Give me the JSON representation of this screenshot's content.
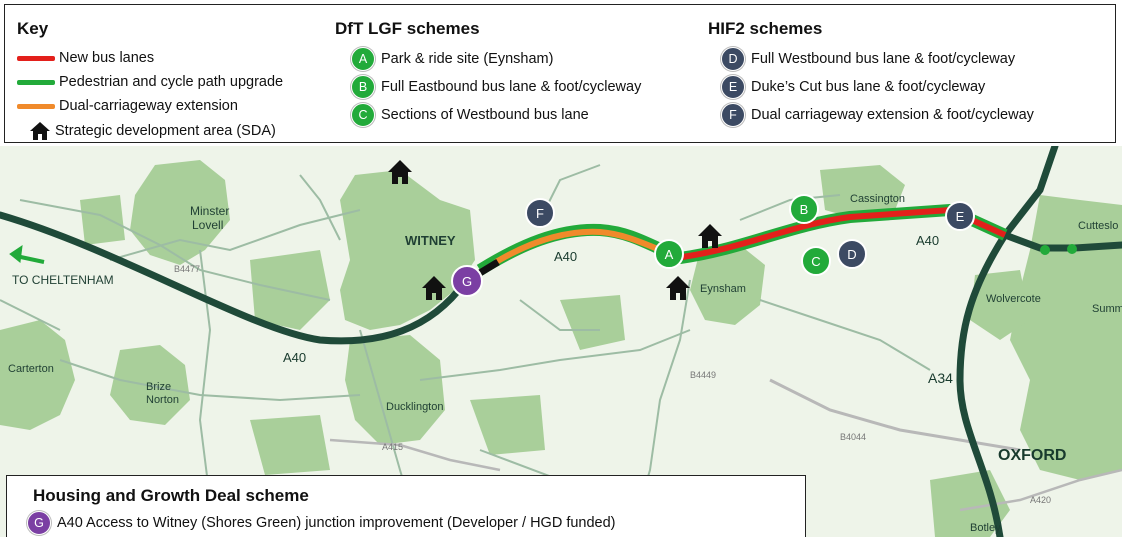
{
  "key": {
    "title": "Key",
    "items": [
      {
        "label": "New bus lanes",
        "color": "#e3201b"
      },
      {
        "label": "Pedestrian and cycle path upgrade",
        "color": "#22aa3a"
      },
      {
        "label": "Dual-carriageway extension",
        "color": "#f08a2b"
      },
      {
        "label": "Strategic development area (SDA)",
        "icon": "house-icon"
      }
    ]
  },
  "dft": {
    "title": "DfT LGF schemes",
    "items": [
      {
        "marker": "A",
        "label": "Park & ride site (Eynsham)"
      },
      {
        "marker": "B",
        "label": "Full Eastbound bus lane & foot/cycleway"
      },
      {
        "marker": "C",
        "label": "Sections of Westbound bus lane"
      }
    ]
  },
  "hif": {
    "title": "HIF2 schemes",
    "items": [
      {
        "marker": "D",
        "label": "Full Westbound bus lane & foot/cycleway"
      },
      {
        "marker": "E",
        "label": "Duke’s Cut bus lane & foot/cycleway"
      },
      {
        "marker": "F",
        "label": "Dual carriageway extension & foot/cycleway"
      }
    ]
  },
  "hgd": {
    "title": "Housing and Growth Deal scheme",
    "marker": "G",
    "label": "A40 Access to Witney (Shores Green) junction improvement (Developer / HGD funded)"
  },
  "map": {
    "places": {
      "minster": "Minster",
      "lovell": "Lovell",
      "witney": "WITNEY",
      "cheltenham": "TO CHELTENHAM",
      "carterton": "Carterton",
      "brize": "Brize",
      "norton": "Norton",
      "ducklington": "Ducklington",
      "eynsham": "Eynsham",
      "cassington": "Cassington",
      "wolvercote": "Wolvercote",
      "cutteslo": "Cutteslo",
      "summ": "Summ",
      "oxford": "OXFORD",
      "botley": "Botley"
    },
    "roads": {
      "a40_west": "A40",
      "a40_mid": "A40",
      "a40_east": "A40",
      "a34": "A34",
      "b4477": "B4477",
      "b4449": "B4449",
      "b4044": "B4044",
      "a415": "A415",
      "a420": "A420"
    },
    "markers": {
      "a": "A",
      "b": "B",
      "c": "C",
      "d": "D",
      "e": "E",
      "f": "F",
      "g": "G"
    },
    "colors": {
      "land": "#eef4e9",
      "urban": "#a9cf9a",
      "minor_road": "#9dbca4",
      "trunk_road": "#1f4a39",
      "bus_lane": "#e3201b",
      "cycle_path": "#22aa3a",
      "dual_carriageway": "#f08a2b",
      "dft_marker": "#22aa3a",
      "hif_marker": "#3c4a63",
      "hgd_marker": "#7b3fa3"
    }
  }
}
